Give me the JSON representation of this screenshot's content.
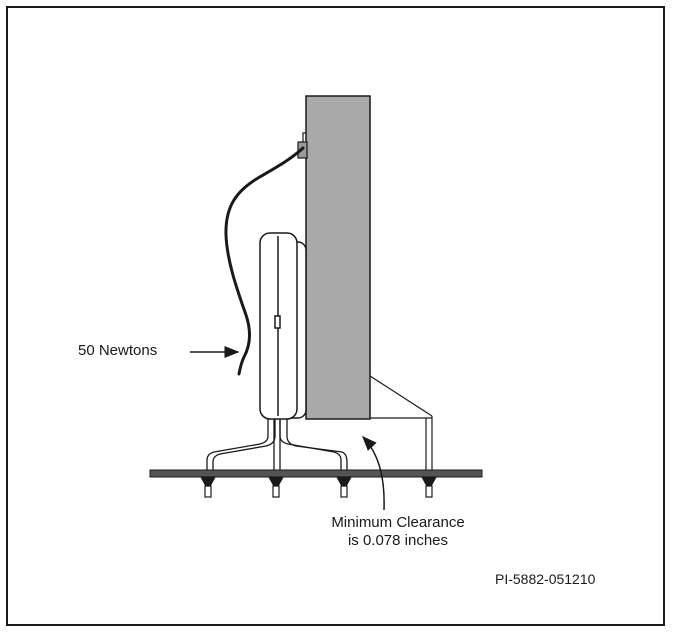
{
  "diagram": {
    "force_label": "50 Newtons",
    "clearance_label_line1": "Minimum Clearance",
    "clearance_label_line2": "is 0.078 inches",
    "figure_id": "PI-5882-051210",
    "colors": {
      "line": "#1a1a1a",
      "panel_fill": "#a9a9a9",
      "board_fill": "#555555",
      "background": "#ffffff"
    }
  }
}
